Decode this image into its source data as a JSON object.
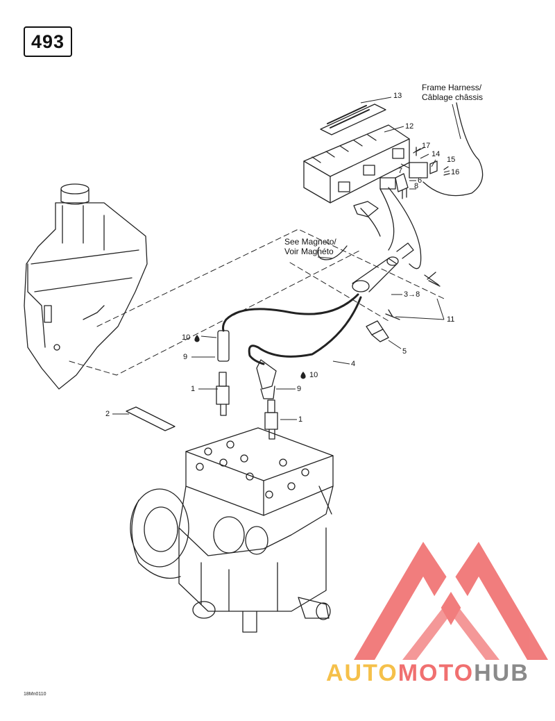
{
  "page_number": "493",
  "callouts": {
    "c1a": "1",
    "c1b": "1",
    "c2": "2",
    "c3": "3→8",
    "c4": "4",
    "c5": "5",
    "c6": "6",
    "c7": "7",
    "c8": "8",
    "c9a": "9",
    "c9b": "9",
    "c10a": "10",
    "c10b": "10",
    "c11": "11",
    "c12": "12",
    "c13": "13",
    "c14": "14",
    "c15": "15",
    "c16": "16",
    "c17": "17"
  },
  "notes": {
    "frame_harness_en": "Frame Harness/",
    "frame_harness_fr": "Câblage châssis",
    "magneto_en": "See Magneto/",
    "magneto_fr": "Voir Magnéto"
  },
  "drawing_code": "18Mn0110",
  "watermark": {
    "part1": "AUTO",
    "part2": "MOTO",
    "part3": "HUB",
    "colors": {
      "yellow": "#f5c04a",
      "red": "#f07070",
      "gray": "#8a8a8a"
    }
  }
}
